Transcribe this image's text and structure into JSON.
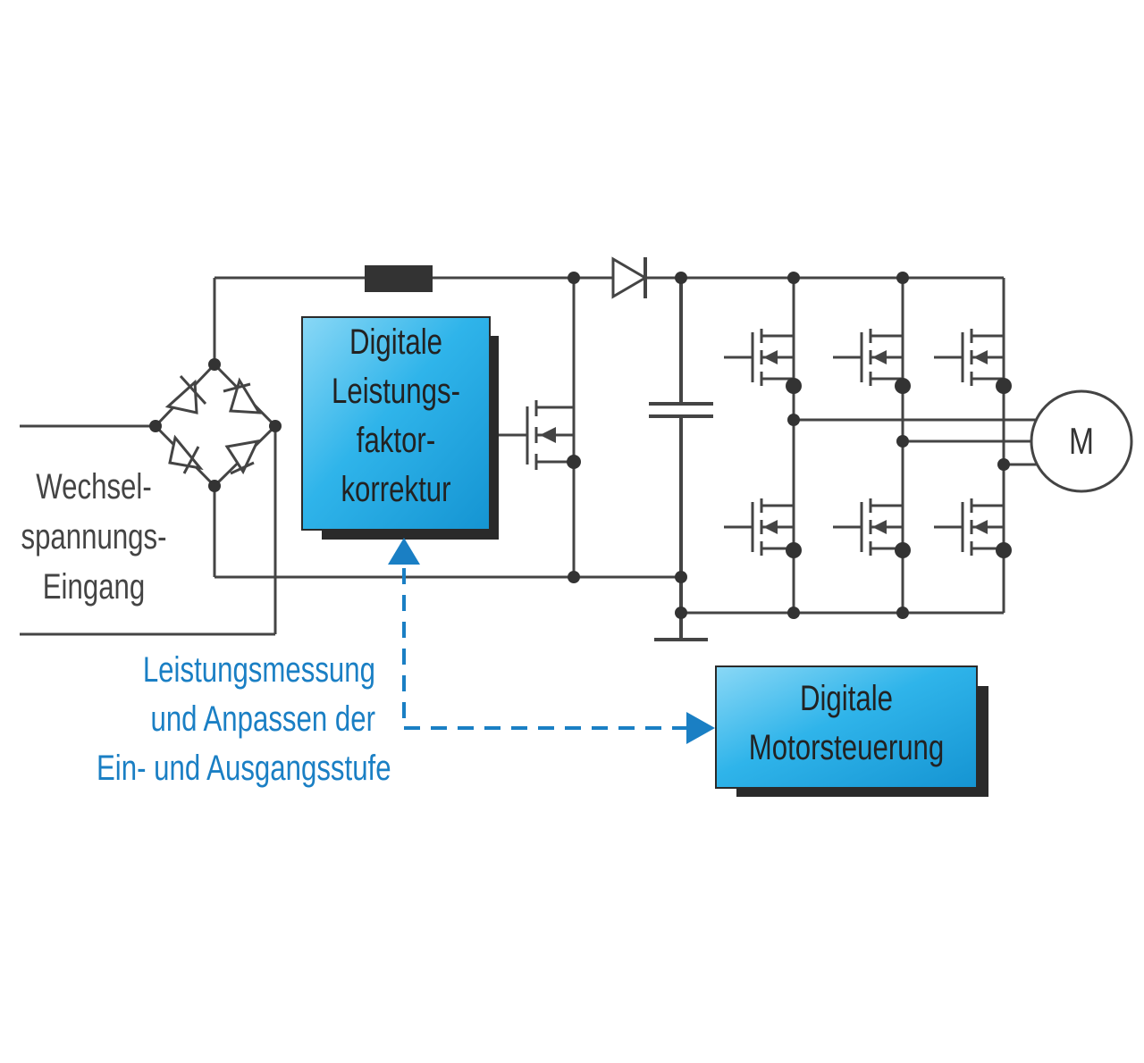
{
  "labels": {
    "input": [
      "Wechsel-",
      "spannungs-",
      "Eingang"
    ],
    "pfc_block": [
      "Digitale",
      "Leistungs-",
      "faktor-",
      "korrektur"
    ],
    "motor_control_block": [
      "Digitale",
      "Motorsteuerung"
    ],
    "measurement": [
      "Leistungsmessung",
      "und Anpassen der",
      "Ein- und Ausgangsstufe"
    ],
    "motor": "M"
  },
  "colors": {
    "wire": "#444444",
    "block_fill": "#29b5ea",
    "block_shadow": "#2a2a2a",
    "accent_blue": "#1a7fc4",
    "inductor": "#333333"
  }
}
